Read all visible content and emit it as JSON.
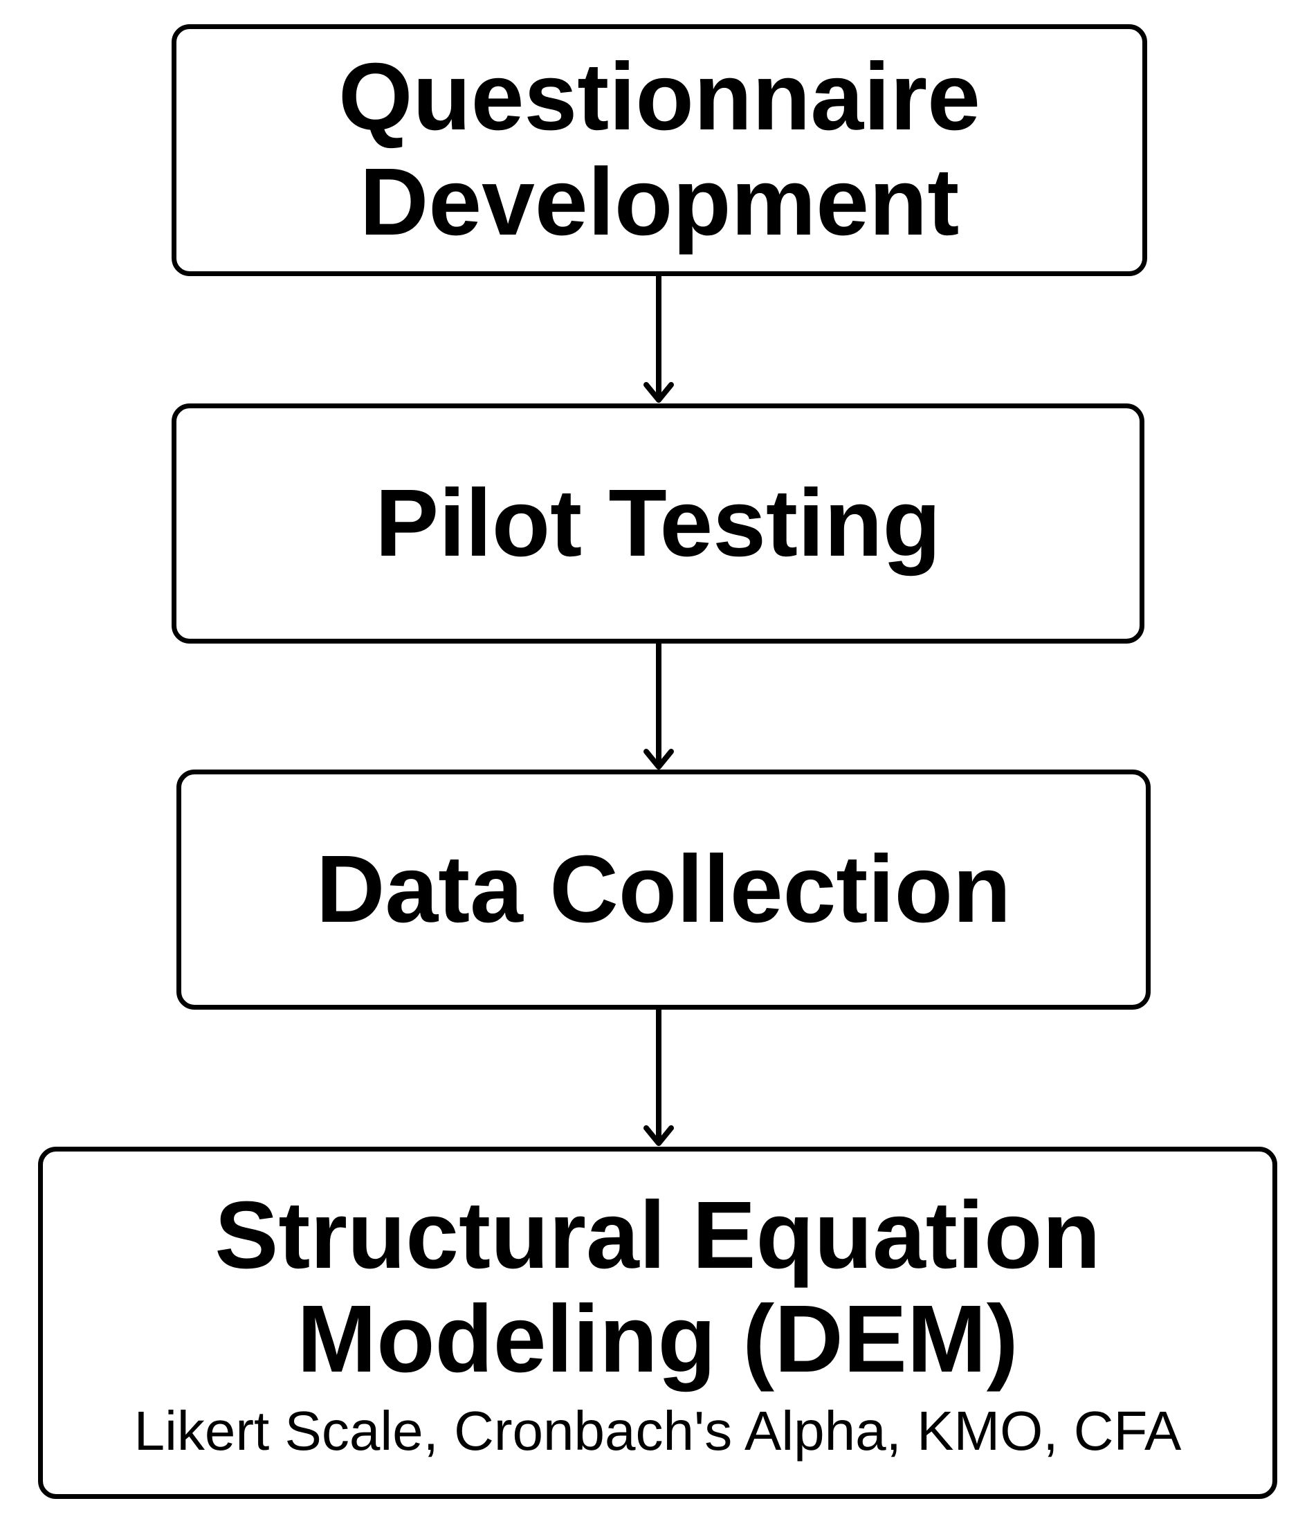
{
  "nodes": [
    {
      "id": "box1",
      "lines": [
        "Questionnaire",
        "Development"
      ]
    },
    {
      "id": "box2",
      "lines": [
        "Pilot Testing"
      ]
    },
    {
      "id": "box3",
      "lines": [
        "Data Collection"
      ]
    },
    {
      "id": "box4",
      "lines": [
        "Structural Equation",
        "Modeling (DEM)"
      ],
      "subtitle": "Likert Scale, Cronbach's Alpha, KMO, CFA"
    }
  ],
  "edges": [
    {
      "from": "box1",
      "to": "box2"
    },
    {
      "from": "box2",
      "to": "box3"
    },
    {
      "from": "box3",
      "to": "box4"
    }
  ],
  "colors": {
    "stroke": "#000000",
    "fill": "#ffffff",
    "text": "#000000"
  }
}
